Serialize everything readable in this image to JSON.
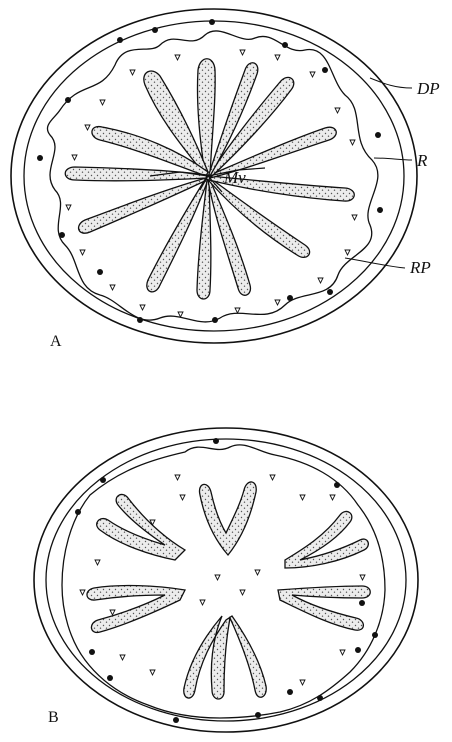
{
  "figure": {
    "panel_a": {
      "label": "A",
      "callouts": {
        "dp": "DP",
        "r": "R",
        "rp": "RP",
        "mv": "Mv"
      }
    },
    "panel_b": {
      "label": "B"
    }
  },
  "colors": {
    "ink": "#111111",
    "paper": "#ffffff",
    "stipple_fill": "#d6d6d6"
  },
  "legend_semantics": {
    "triangle_marks": "open-triangle",
    "dot_marks": "filled-dot"
  }
}
